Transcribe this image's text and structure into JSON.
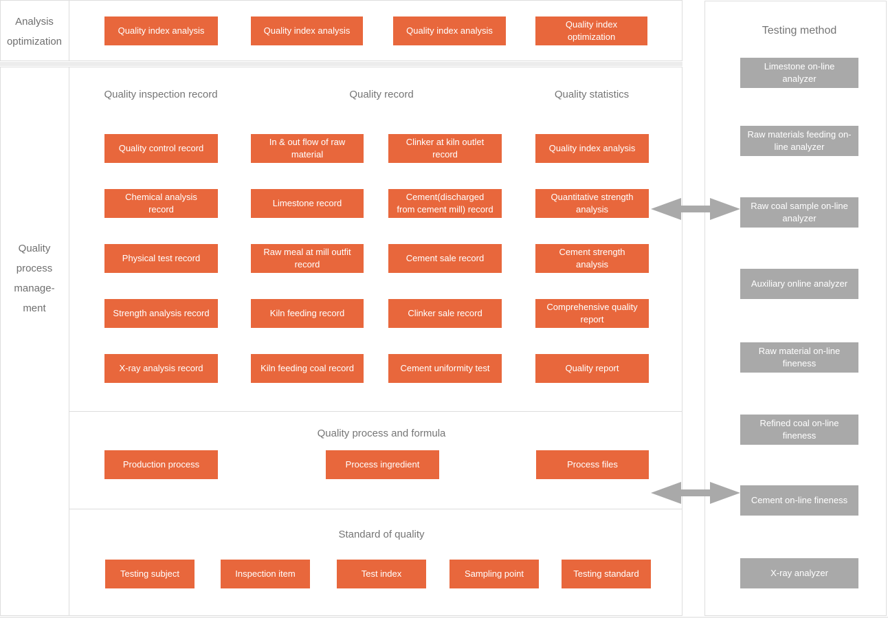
{
  "colors": {
    "accent_orange": "#E8673C",
    "box_gray": "#A9A9A9",
    "arrow_gray": "#A9A9A9",
    "panel_border": "#DDDDDD",
    "heading_text": "#757575",
    "button_text": "#FFFFFF"
  },
  "analysis_panel": {
    "label": "Analysis optimization",
    "buttons": [
      "Quality index analysis",
      "Quality index analysis",
      "Quality index analysis",
      "Quality index optimization"
    ]
  },
  "main_panel": {
    "label": "Quality process manage- ment",
    "records": {
      "headers": [
        "Quality inspection record",
        "Quality record",
        "Quality statistics"
      ],
      "grid": [
        [
          "Quality control record",
          "In & out flow of raw material",
          "Clinker at kiln outlet record",
          "Quality index analysis"
        ],
        [
          "Chemical analysis record",
          "Limestone record",
          "Cement(discharged from cement mill) record",
          "Quantitative strength analysis"
        ],
        [
          "Physical test record",
          "Raw meal at mill outfit record",
          "Cement sale record",
          "Cement strength analysis"
        ],
        [
          "Strength analysis record",
          "Kiln feeding record",
          "Clinker sale record",
          "Comprehensive quality report"
        ],
        [
          "X-ray analysis record",
          "Kiln feeding coal record",
          "Cement uniformity test",
          "Quality report"
        ]
      ]
    },
    "formula": {
      "title": "Quality process and formula",
      "buttons": [
        "Production process",
        "Process ingredient",
        "Process files"
      ]
    },
    "standard": {
      "title": "Standard of quality",
      "buttons": [
        "Testing subject",
        "Inspection item",
        "Test index",
        "Sampling point",
        "Testing standard"
      ]
    }
  },
  "testing_panel": {
    "title": "Testing method",
    "boxes": [
      "Limestone on-line analyzer",
      "Raw materials feeding on-line analyzer",
      "Raw coal sample on-line analyzer",
      "Auxiliary online analyzer",
      "Raw material on-line fineness",
      "Refined coal on-line fineness",
      "Cement on-line fineness",
      "X-ray analyzer"
    ]
  }
}
